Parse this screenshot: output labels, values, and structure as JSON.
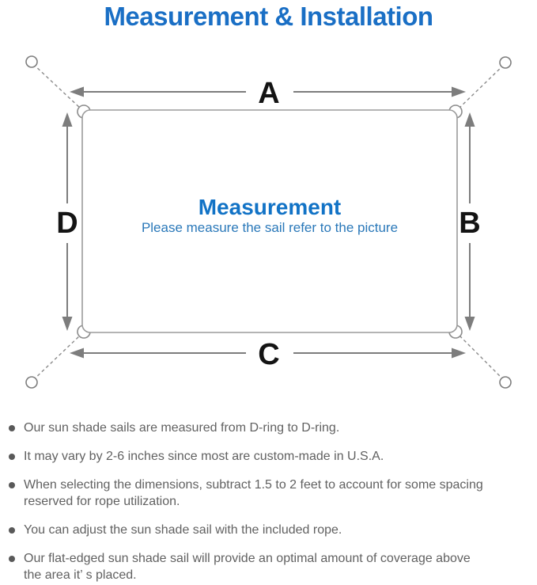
{
  "title": {
    "text": "Measurement & Installation",
    "color": "#1a6fc5"
  },
  "diagram": {
    "dimension_labels": {
      "top": "A",
      "right": "B",
      "bottom": "C",
      "left": "D"
    },
    "center": {
      "heading": "Measurement",
      "subheading": "Please measure the sail refer to the picture"
    },
    "colors": {
      "arrow": "#7d7d7d",
      "sail_outline": "#9b9b9b",
      "ring_outline": "#8b8b8b",
      "anchor_outline": "#7d7d7d",
      "rope_dash": "#8b8b8b",
      "label": "#141414",
      "heading": "#1273c6",
      "subheading": "#2a78b9"
    }
  },
  "notes": {
    "text_color": "#616161",
    "bullet_color": "#595959",
    "items": [
      {
        "lines": [
          "Our sun shade sails are measured from D-ring to D-ring."
        ]
      },
      {
        "lines": [
          "It may vary by 2-6 inches since most are custom-made in U.S.A."
        ]
      },
      {
        "lines": [
          "When selecting the dimensions, subtract 1.5 to 2 feet to account for some spacing",
          "reserved for rope utilization."
        ]
      },
      {
        "lines": [
          "You can adjust the sun shade sail with the included rope."
        ]
      },
      {
        "lines": [
          "Our flat-edged sun shade sail will provide an optimal amount of coverage above",
          "the area it’ s placed."
        ]
      }
    ]
  }
}
